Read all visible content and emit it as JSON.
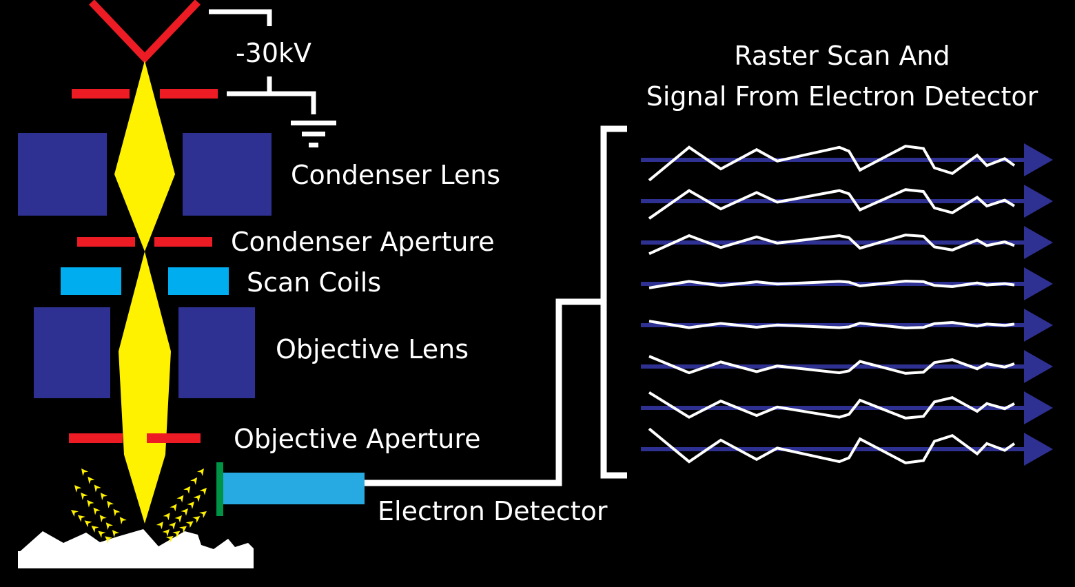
{
  "colors": {
    "background": "#000000",
    "gun": "#ed1c24",
    "aperture": "#ed1c24",
    "beam": "#fff200",
    "lens": "#2e3192",
    "scan_coil": "#00aeef",
    "detector_body": "#27aae1",
    "detector_face": "#009245",
    "wire": "#ffffff",
    "specimen": "#ffffff",
    "scan_line": "#2e3192",
    "signal": "#ffffff",
    "electrons": "#fff200"
  },
  "labels": {
    "voltage": "-30kV",
    "condenser_lens": "Condenser Lens",
    "condenser_aperture": "Condenser Aperture",
    "scan_coils": "Scan Coils",
    "objective_lens": "Objective Lens",
    "objective_aperture": "Objective Aperture",
    "electron_detector": "Electron Detector",
    "raster_title_line1": "Raster Scan And",
    "raster_title_line2": "Signal From Electron Detector"
  },
  "raster": {
    "line_count": 8,
    "signal_amplitudes": [
      1.0,
      0.85,
      0.55,
      0.2,
      -0.2,
      -0.5,
      -0.75,
      -1.0
    ],
    "signal_profile": [
      -0.9,
      0.55,
      -0.4,
      0.45,
      -0.05,
      0.55,
      0.38,
      -0.45,
      0.6,
      0.5,
      -0.35,
      -0.6,
      0.2,
      -0.25,
      0.05,
      -0.25
    ]
  }
}
